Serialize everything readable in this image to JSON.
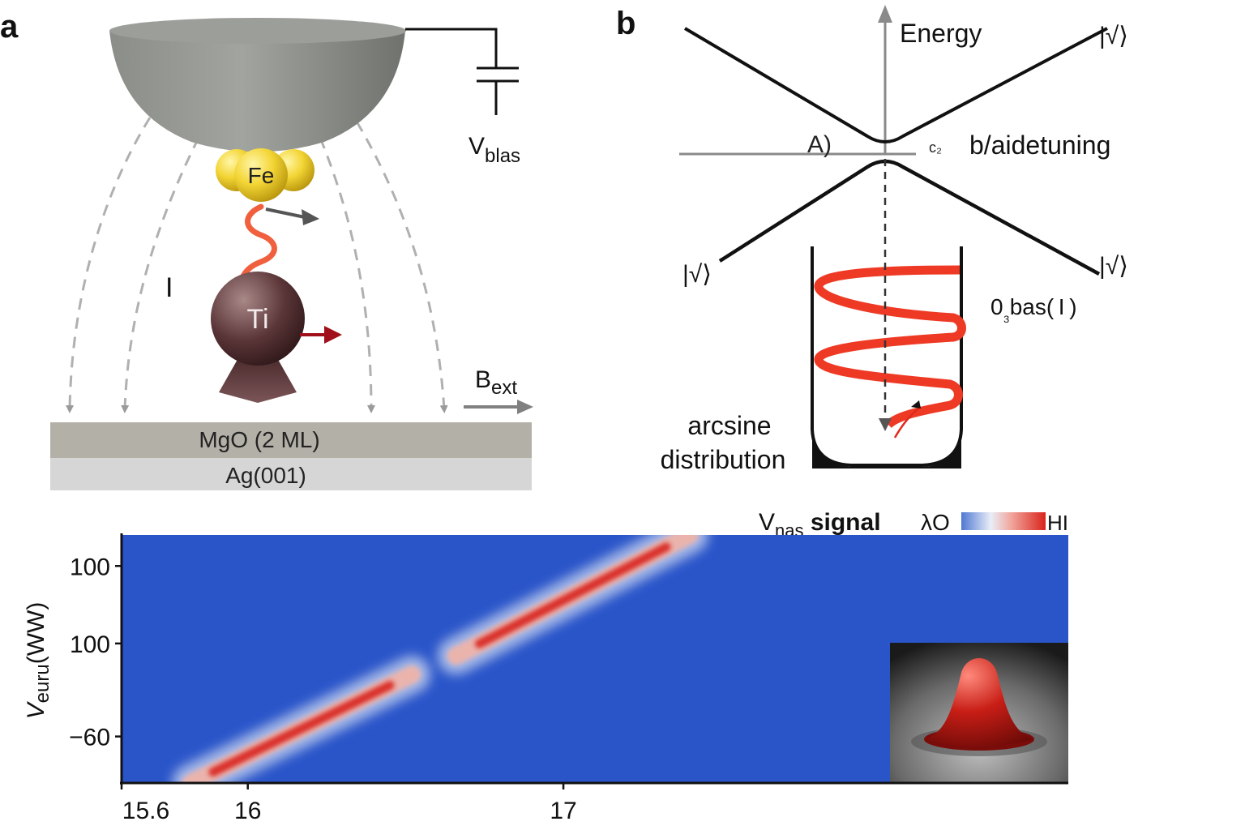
{
  "panel_a": {
    "letter": "a",
    "fe_label": "Fe",
    "ti_label": "Ti",
    "current_label": "I",
    "vbias_main": "V",
    "vbias_sub": "blas",
    "bext_main": "B",
    "bext_sub": "ext",
    "mgo_label": "MgO (2 ML)",
    "ag_label": "Ag(001)"
  },
  "panel_b": {
    "letter": "b",
    "energy_label": "Energy",
    "state_top_right": "|√⟩",
    "state_left": "|√⟩",
    "state_bottom_right": "|√⟩",
    "gap_label": "A)",
    "gap_small_label": "c₂",
    "detuning_label": "b/aidetuning",
    "drive_label_main": "0",
    "drive_label_sub": "₃",
    "drive_label_rest": "bas( I )",
    "arcsine_line1": "arcsine",
    "arcsine_line2": "distribution"
  },
  "panel_c": {
    "colorbar_title_main": "V",
    "colorbar_title_sub": "nas",
    "colorbar_title_rest": " signal",
    "colorbar_low": "λO",
    "colorbar_high": "HI",
    "low_color": "#2a55c9",
    "high_color": "#d9241b",
    "ylabel_main": "V",
    "ylabel_sub": "euru",
    "ylabel_rest": "(WW)",
    "y_ticks": [
      {
        "label": "100",
        "value": 100
      },
      {
        "label": "100",
        "value": 50
      },
      {
        "label": "−60",
        "value": -10
      }
    ],
    "x_ticks": [
      "15.6",
      "16",
      "17"
    ]
  },
  "chart_data": {
    "type": "heatmap",
    "x_ticks": [
      15.6,
      16,
      17
    ],
    "xlim": [
      15.6,
      18.6
    ],
    "ylim": [
      -40,
      120
    ],
    "background_color": "#2a55c9",
    "ridges": [
      {
        "x_start": 15.82,
        "y_start": -40,
        "x_end": 16.52,
        "y_end": 30
      },
      {
        "x_start": 16.66,
        "y_start": 42,
        "x_end": 17.4,
        "y_end": 120
      }
    ]
  }
}
